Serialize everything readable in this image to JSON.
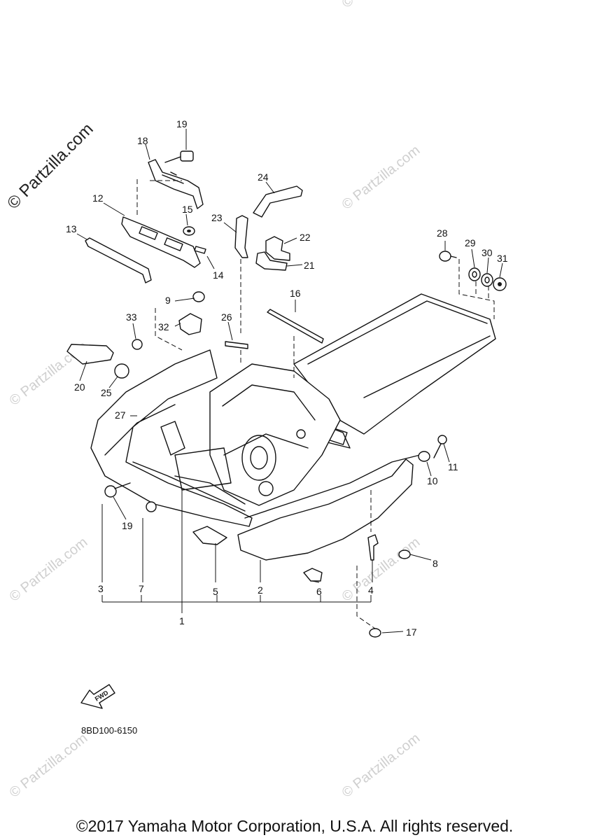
{
  "watermark": {
    "main_text": "© Partzilla.com",
    "faint_text": "© Partzilla.com"
  },
  "diagram_code": "8BD100-6150",
  "fwd_label": "FWD",
  "copyright": "©2017 Yamaha Motor Corporation, U.S.A. All rights reserved.",
  "callouts": {
    "c1": "1",
    "c2": "2",
    "c3": "3",
    "c4": "4",
    "c5": "5",
    "c6": "6",
    "c7": "7",
    "c8": "8",
    "c9": "9",
    "c10": "10",
    "c11": "11",
    "c12": "12",
    "c13": "13",
    "c14": "14",
    "c15": "15",
    "c16": "16",
    "c17": "17",
    "c18": "18",
    "c19a": "19",
    "c19b": "19",
    "c20": "20",
    "c21": "21",
    "c22": "22",
    "c23": "23",
    "c24": "24",
    "c25": "25",
    "c26": "26",
    "c27": "27",
    "c28": "28",
    "c29": "29",
    "c30": "30",
    "c31": "31",
    "c32": "32",
    "c33": "33"
  }
}
